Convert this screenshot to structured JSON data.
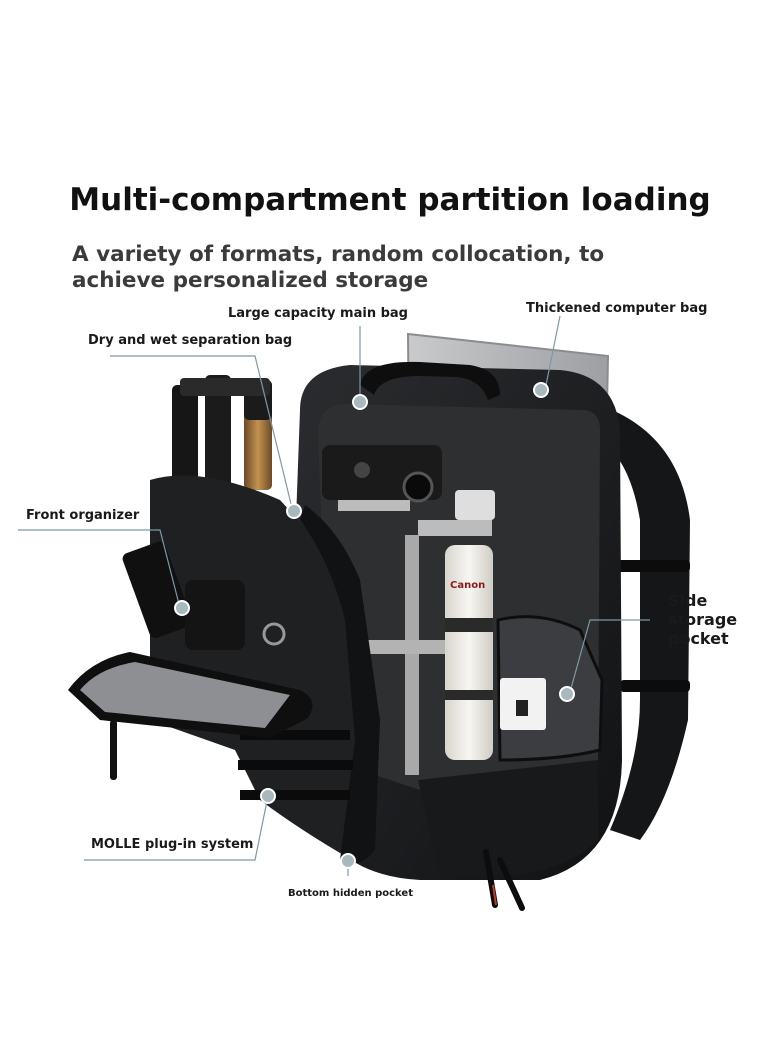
{
  "title": "Multi-compartment partition loading",
  "subtitle": "A variety of formats, random collocation, to achieve personalized storage",
  "callouts": {
    "large_capacity": "Large capacity main bag",
    "thickened_computer": "Thickened computer bag",
    "dry_wet": "Dry and wet separation bag",
    "front_organizer": "Front organizer",
    "side_storage": "Side storage pocket",
    "molle": "MOLLE plug-in system",
    "bottom_hidden": "Bottom hidden pocket"
  },
  "camera_lens_text": "Canon",
  "colors": {
    "bag": "#1d1e20",
    "divider": "#b9b9b9",
    "lens": "#f1efe9",
    "callout_line": "#7a9aa8"
  }
}
